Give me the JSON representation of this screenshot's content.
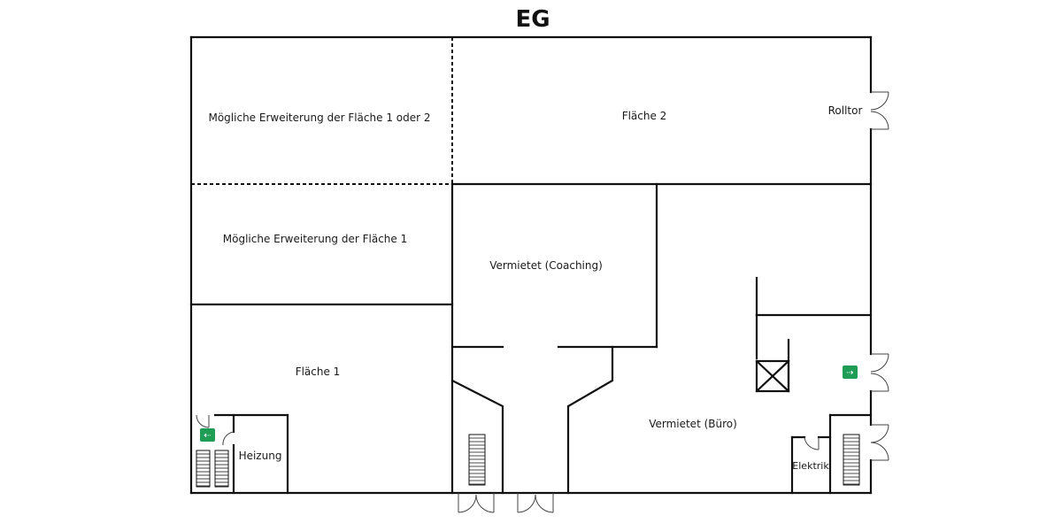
{
  "title": "EG",
  "rooms": {
    "area_expansion_1_or_2": "Mögliche Erweiterung der Fläche 1 oder 2",
    "area_2": "Fläche 2",
    "roller_door": "Rolltor",
    "area_expansion_1": "Mögliche Erweiterung der Fläche 1",
    "rented_coaching": "Vermietet (Coaching)",
    "area_1": "Fläche 1",
    "heating": "Heizung",
    "rented_office": "Vermietet (Büro)",
    "electrical": "Elektrik"
  },
  "colors": {
    "wall": "#111111",
    "exit_sign": "#1f9d55"
  },
  "icons": [
    "emergency-exit-icon",
    "stairs-icon",
    "elevator-icon",
    "door-icon"
  ]
}
